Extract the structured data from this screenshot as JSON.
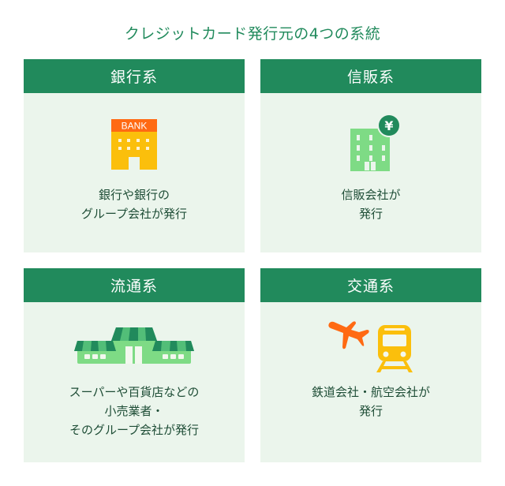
{
  "title": "クレジットカード発行元の4つの系統",
  "colors": {
    "header_bg": "#218a5c",
    "panel_bg": "#ebf5ec",
    "title_text": "#218a5c",
    "body_text": "#1e4d36",
    "bank_sign": "#ff6a13",
    "bank_building": "#fbbf0c",
    "shinpan_building": "#7edb85",
    "yen_badge": "#218a5c",
    "store_awning_dark": "#218a5c",
    "store_awning_light": "#52be78",
    "store_body": "#7edb85",
    "plane": "#ff6a13",
    "train": "#fbbf0c"
  },
  "panels": [
    {
      "header": "銀行系",
      "icon": "bank-building-icon",
      "icon_label": "BANK",
      "desc_lines": [
        "銀行や銀行の",
        "グループ会社が発行"
      ]
    },
    {
      "header": "信販系",
      "icon": "building-with-yen-icon",
      "icon_label": "¥",
      "desc_lines": [
        "信販会社が",
        "発行"
      ]
    },
    {
      "header": "流通系",
      "icon": "storefront-icon",
      "desc_lines": [
        "スーパーや百貨店などの",
        "小売業者・",
        "そのグループ会社が発行"
      ]
    },
    {
      "header": "交通系",
      "icon": "airplane-and-train-icon",
      "desc_lines": [
        "鉄道会社・航空会社が",
        "発行"
      ]
    }
  ]
}
